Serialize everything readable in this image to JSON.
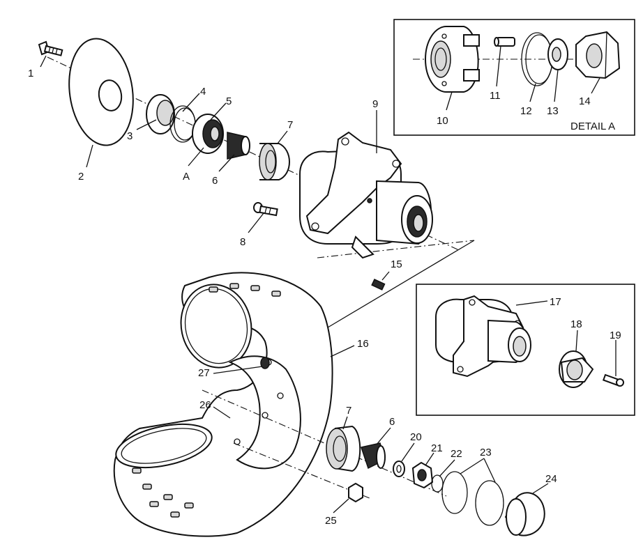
{
  "diagram": {
    "callouts": {
      "c1": "1",
      "c2": "2",
      "c3": "3",
      "c4": "4",
      "c5": "5",
      "cA": "A",
      "c6a": "6",
      "c7a": "7",
      "c8": "8",
      "c9": "9",
      "c10": "10",
      "c11": "11",
      "c12": "12",
      "c13": "13",
      "c14": "14",
      "c15": "15",
      "c16": "16",
      "c17": "17",
      "c18": "18",
      "c19": "19",
      "c20": "20",
      "c21": "21",
      "c22": "22",
      "c23": "23",
      "c24": "24",
      "c25": "25",
      "c26": "26",
      "c27": "27",
      "c6b": "6",
      "c7b": "7"
    },
    "detail_a_label": "DETAIL A"
  }
}
